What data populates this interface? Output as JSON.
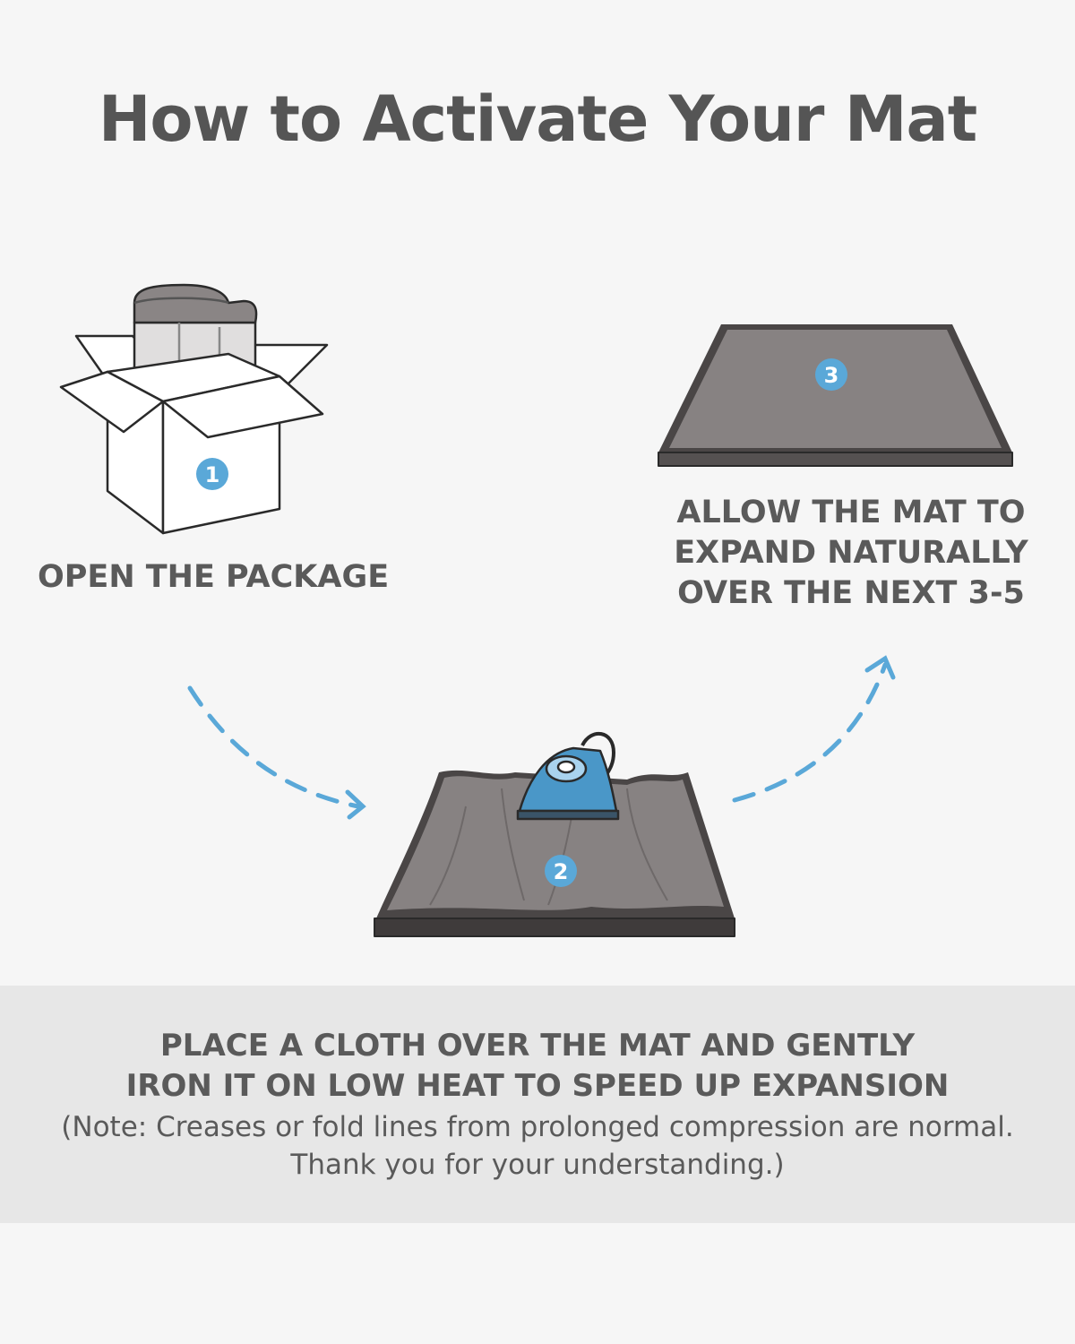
{
  "title": "How to Activate Your Mat",
  "steps": [
    {
      "number": "1",
      "label": "OPEN THE PACKAGE"
    },
    {
      "number": "2",
      "label": "PLACE A CLOTH OVER THE MAT AND GENTLY\nIRON IT ON LOW HEAT TO SPEED UP EXPANSION"
    },
    {
      "number": "3",
      "label": "ALLOW THE MAT TO EXPAND NATURALLY OVER THE NEXT 3-5"
    }
  ],
  "note": "(Note: Creases or fold lines from prolonged compression are normal. Thank you for your understanding.)",
  "colors": {
    "accent": "#5aa8d8",
    "mat": "#878282",
    "mat_edge": "#4a4646",
    "text": "#555555",
    "band": "#e7e7e7"
  },
  "icons": [
    "open-box-icon",
    "iron-icon",
    "flat-mat-icon",
    "dashed-arrow-icon"
  ]
}
